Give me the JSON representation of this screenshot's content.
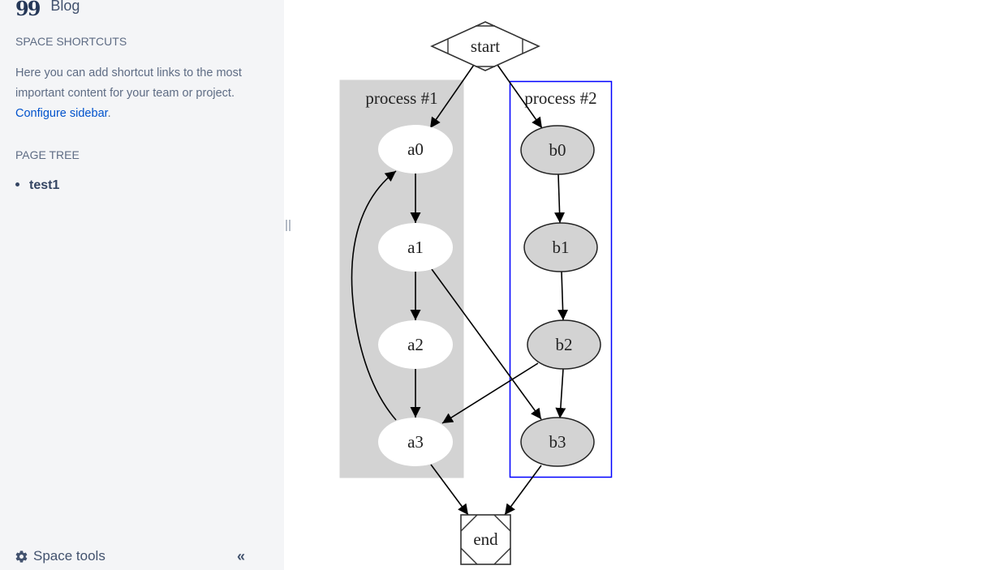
{
  "sidebar": {
    "blog_label": "Blog",
    "blog_icon": "quote-icon",
    "shortcuts_heading": "SPACE SHORTCUTS",
    "shortcuts_text": "Here you can add shortcut links to the most important content for your team or project.",
    "configure_link": "Configure sidebar",
    "configure_suffix": ".",
    "page_tree_heading": "PAGE TREE",
    "page_tree_items": [
      {
        "label": "test1"
      }
    ],
    "space_tools_label": "Space tools",
    "space_tools_icon": "gear-icon",
    "collapse_label": "«"
  },
  "graph": {
    "clusters": [
      {
        "id": "cluster0",
        "label": "process #1",
        "style": "filled",
        "fill": "#d3d3d3"
      },
      {
        "id": "cluster1",
        "label": "process #2",
        "style": "outline",
        "stroke": "#0000ff"
      }
    ],
    "nodes": [
      {
        "id": "start",
        "label": "start",
        "shape": "Mdiamond"
      },
      {
        "id": "a0",
        "label": "a0",
        "cluster": "cluster0",
        "fill": "#ffffff"
      },
      {
        "id": "a1",
        "label": "a1",
        "cluster": "cluster0",
        "fill": "#ffffff"
      },
      {
        "id": "a2",
        "label": "a2",
        "cluster": "cluster0",
        "fill": "#ffffff"
      },
      {
        "id": "a3",
        "label": "a3",
        "cluster": "cluster0",
        "fill": "#ffffff"
      },
      {
        "id": "b0",
        "label": "b0",
        "cluster": "cluster1",
        "fill": "#d3d3d3"
      },
      {
        "id": "b1",
        "label": "b1",
        "cluster": "cluster1",
        "fill": "#d3d3d3"
      },
      {
        "id": "b2",
        "label": "b2",
        "cluster": "cluster1",
        "fill": "#d3d3d3"
      },
      {
        "id": "b3",
        "label": "b3",
        "cluster": "cluster1",
        "fill": "#d3d3d3"
      },
      {
        "id": "end",
        "label": "end",
        "shape": "Msquare"
      }
    ],
    "edges": [
      [
        "start",
        "a0"
      ],
      [
        "start",
        "b0"
      ],
      [
        "a0",
        "a1"
      ],
      [
        "a1",
        "a2"
      ],
      [
        "a2",
        "a3"
      ],
      [
        "a3",
        "a0"
      ],
      [
        "a1",
        "b3"
      ],
      [
        "b2",
        "a3"
      ],
      [
        "b0",
        "b1"
      ],
      [
        "b1",
        "b2"
      ],
      [
        "b2",
        "b3"
      ],
      [
        "a3",
        "end"
      ],
      [
        "b3",
        "end"
      ]
    ]
  }
}
